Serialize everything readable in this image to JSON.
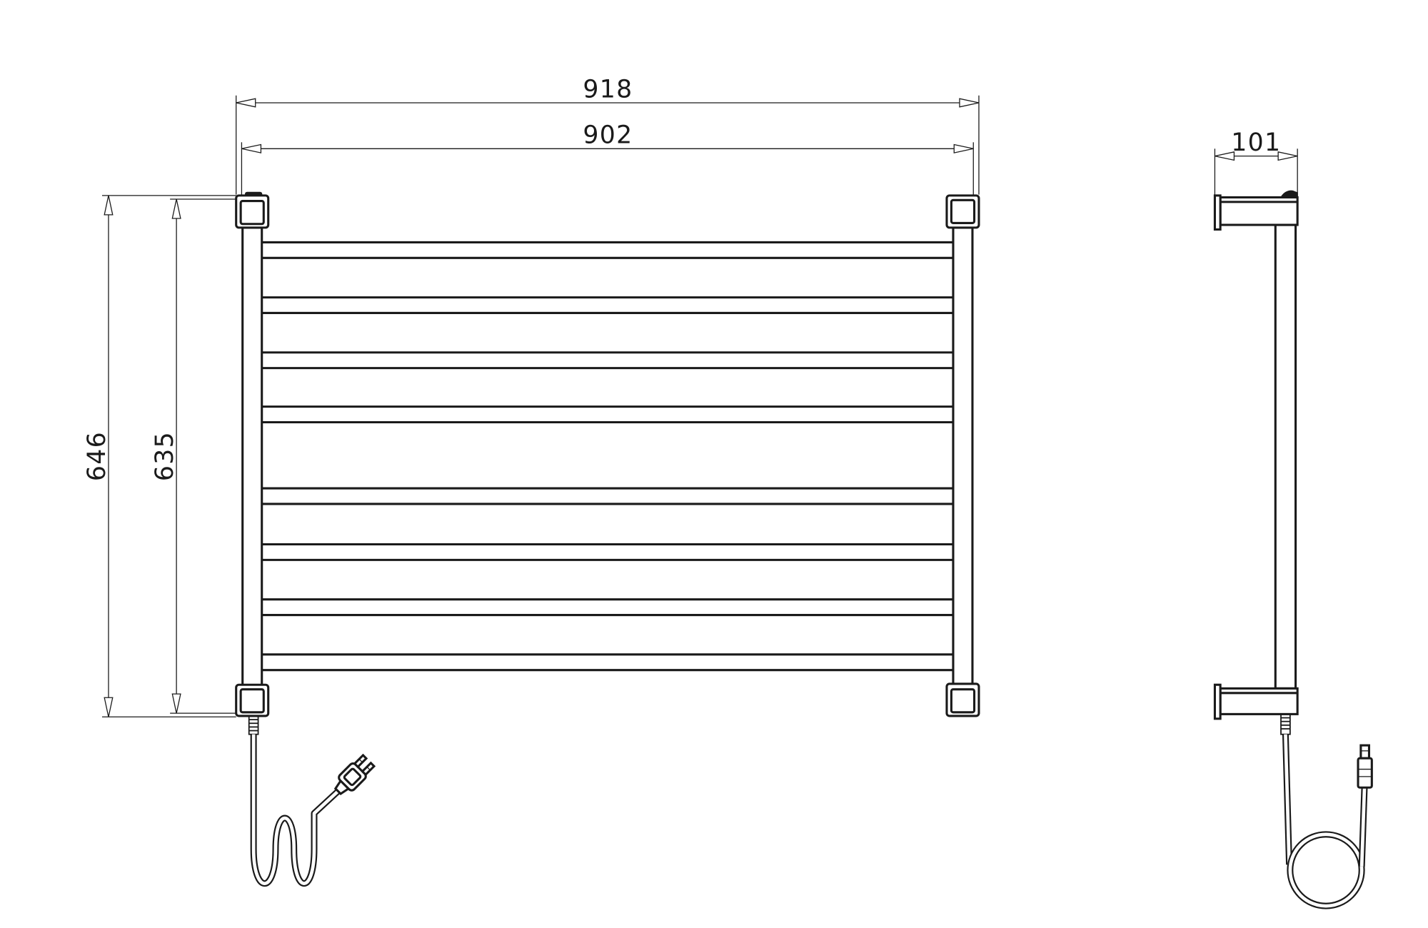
{
  "front_view": {
    "dim_overall_width": "918",
    "dim_inner_width": "902",
    "dim_overall_height": "646",
    "dim_inner_height": "635"
  },
  "side_view": {
    "dim_depth": "101"
  },
  "colors": {
    "line": "#1a1a1a",
    "background": "#ffffff"
  }
}
